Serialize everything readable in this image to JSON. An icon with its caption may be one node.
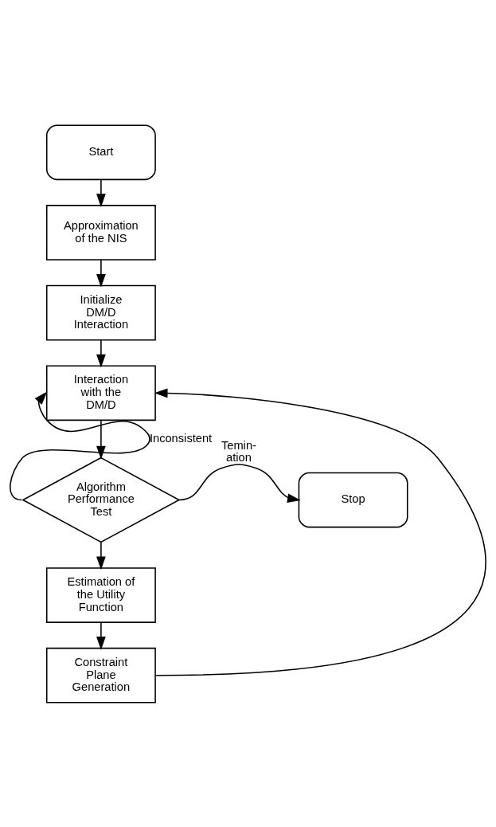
{
  "diagram": {
    "nodes": [
      {
        "text": [
          "Start"
        ]
      },
      {
        "text": [
          "Approximation of the NIS"
        ]
      },
      {
        "text": [
          "Initialize DM/D Interaction"
        ]
      },
      {
        "text": [
          "Interaction with the DM/D"
        ]
      },
      {
        "text": [
          "Algorithm Performance Test"
        ]
      },
      {
        "text": [
          "Stop"
        ]
      },
      {
        "text": [
          "Estimation of the Utility Function"
        ]
      },
      {
        "text": [
          "Constraint Plane Generation"
        ]
      }
    ],
    "edges": [
      {
        "from": 0,
        "to": 1,
        "arrow": "to"
      },
      {
        "from": 1,
        "to": 2,
        "arrow": "to"
      },
      {
        "from": 2,
        "to": 3,
        "arrow": "to"
      },
      {
        "from": 3,
        "to": 4,
        "arrow": "to"
      },
      {
        "from": 4,
        "to": 5,
        "arrow": "to",
        "label": "Temin- ation"
      },
      {
        "from": 4,
        "to": 3,
        "arrow": "to",
        "label": "Inconsistent"
      },
      {
        "from": 4,
        "to": 6,
        "arrow": "to"
      },
      {
        "from": 6,
        "to": 7,
        "arrow": "to"
      },
      {
        "from": 7,
        "to": 3,
        "arrow": "to"
      }
    ]
  }
}
